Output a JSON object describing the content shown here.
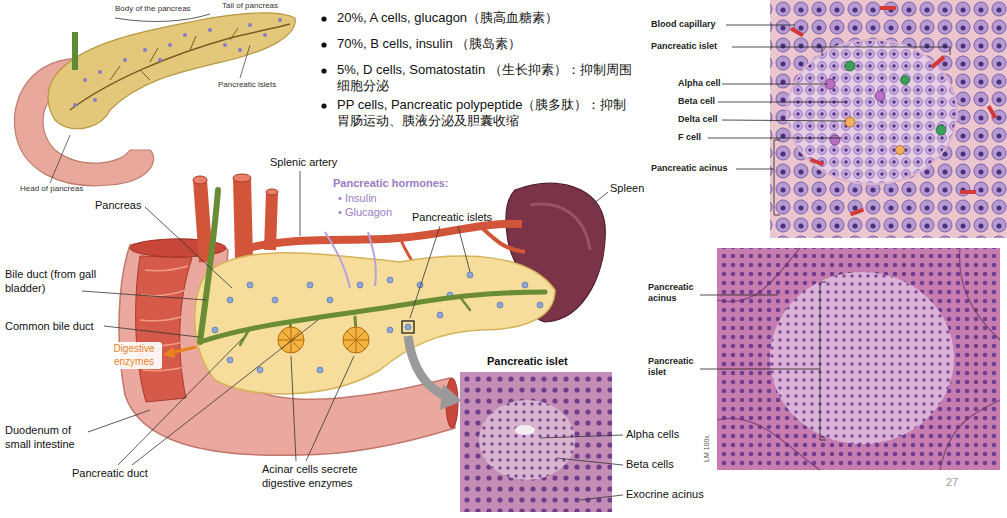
{
  "diagram": {
    "labels": [
      "Body of the pancreas",
      "Tail of pancreas",
      "Pancreatic islets",
      "Head of pancreas",
      "20%, A cells, glucagon（胰高血糖素）",
      "70%, B cells, insulin （胰岛素）",
      "5%, D cells, Somatostatin （生长抑素）：抑制周围细胞分泌",
      "PP cells, Pancreatic polypeptide（胰多肽）：抑制胃肠运动、胰液分泌及胆囊收缩",
      "Blood capillary",
      "Pancreatic islet",
      "Alpha cell",
      "Beta cell",
      "Delta cell",
      "F cell",
      "Pancreatic acinus",
      "Splenic artery",
      "Pancreatic hormones:",
      "• Insulin",
      "• Glucagon",
      "Spleen",
      "Pancreas",
      "Pancreatic islets",
      "Bile duct (from gall bladder)",
      "Common bile duct",
      "Digestive enzymes",
      "Duodenum of small intestine",
      "Pancreatic duct",
      "Acinar cells secrete digestive enzymes",
      "Pancreatic islet",
      "Alpha cells",
      "Beta cells",
      "Exocrine acinus",
      "Pancreatic acinus",
      "Pancreatic islet",
      "LM 100x",
      "27"
    ]
  }
}
